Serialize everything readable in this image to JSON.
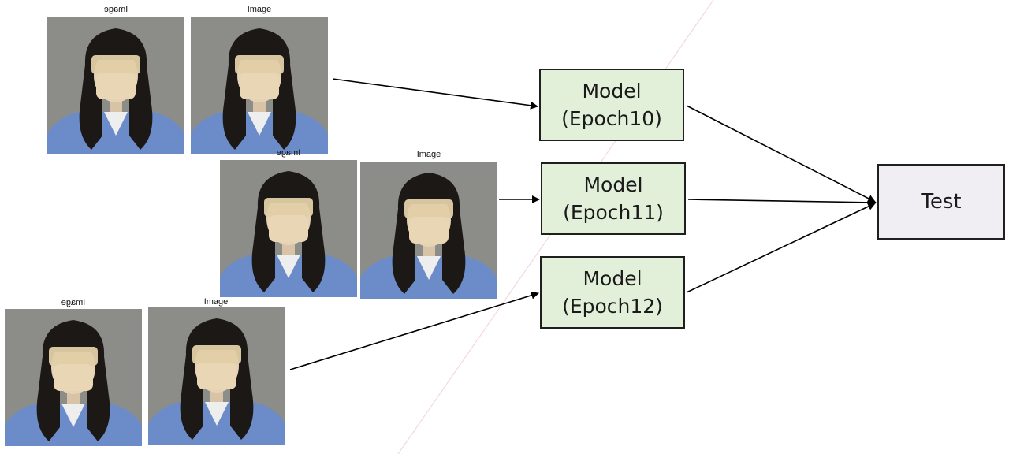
{
  "image_groups": [
    {
      "captions": [
        "Image",
        "Image"
      ],
      "caption_mirrored": [
        true,
        false
      ]
    },
    {
      "captions": [
        "Image",
        "Image"
      ],
      "caption_mirrored": [
        true,
        false
      ]
    },
    {
      "captions": [
        "Image",
        "Image"
      ],
      "caption_mirrored": [
        true,
        false
      ]
    }
  ],
  "models": [
    {
      "line1": "Model",
      "line2": "(Epoch10)"
    },
    {
      "line1": "Model",
      "line2": "(Epoch11)"
    },
    {
      "line1": "Model",
      "line2": "(Epoch12)"
    }
  ],
  "test": {
    "label": "Test"
  },
  "colors": {
    "model_fill": "#e2efd9",
    "test_fill": "#f0eef2",
    "border": "#1f1f1f",
    "photo_background": "#8c8c89",
    "sweater": "#6b8cc9",
    "hair": "#1c1816",
    "mask": "#e2cfa8"
  }
}
